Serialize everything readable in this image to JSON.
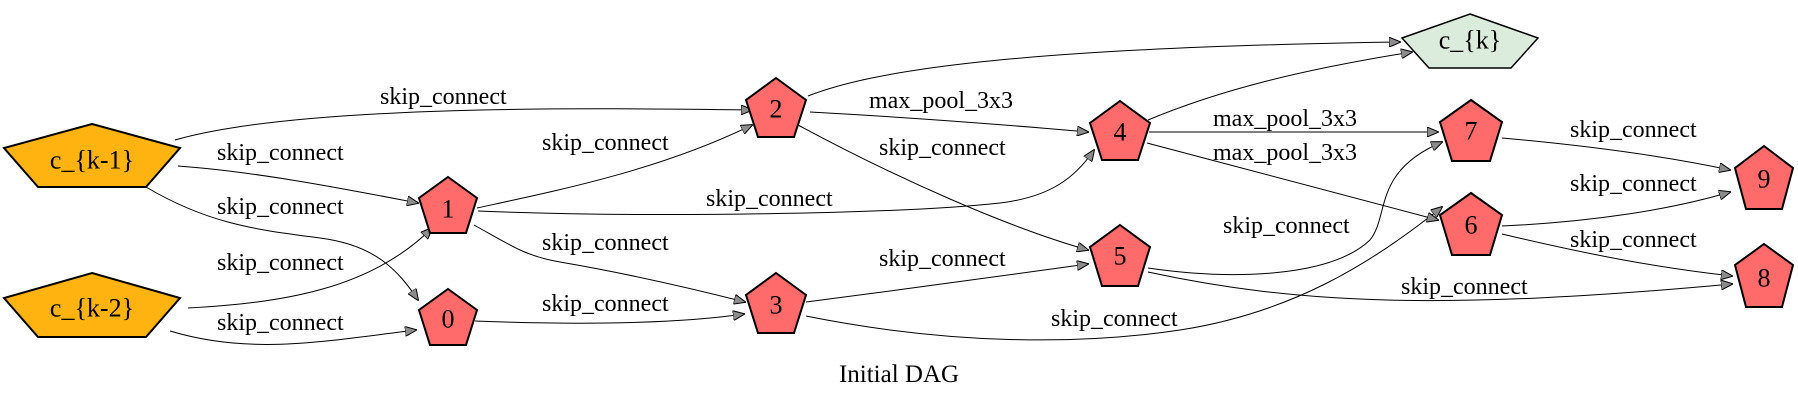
{
  "caption": "Initial DAG",
  "colors": {
    "input_node": "#ffb310",
    "op_node": "#ff6b6b",
    "output_node": "#dcecdc",
    "edge": "#000000",
    "arrowhead": "#8c8c8c"
  },
  "nodes": {
    "ck1": "c_{k-1}",
    "ck2": "c_{k-2}",
    "ck": "c_{k}",
    "n0": "0",
    "n1": "1",
    "n2": "2",
    "n3": "3",
    "n4": "4",
    "n5": "5",
    "n6": "6",
    "n7": "7",
    "n8": "8",
    "n9": "9"
  },
  "edges": {
    "ck1_2": "skip_connect",
    "ck1_1": "skip_connect",
    "ck1_0": "skip_connect",
    "ck2_1": "skip_connect",
    "ck2_0": "skip_connect",
    "n1_2": "skip_connect",
    "n1_4": "skip_connect",
    "n1_3": "skip_connect",
    "n0_3": "skip_connect",
    "n2_4": "max_pool_3x3",
    "n2_5": "skip_connect",
    "n3_5": "skip_connect",
    "n3_6": "skip_connect",
    "n4_7": "max_pool_3x3",
    "n4_6": "max_pool_3x3",
    "n5_7": "skip_connect",
    "n5_8": "skip_connect",
    "n7_9": "skip_connect",
    "n6_9": "skip_connect",
    "n6_8": "skip_connect"
  }
}
